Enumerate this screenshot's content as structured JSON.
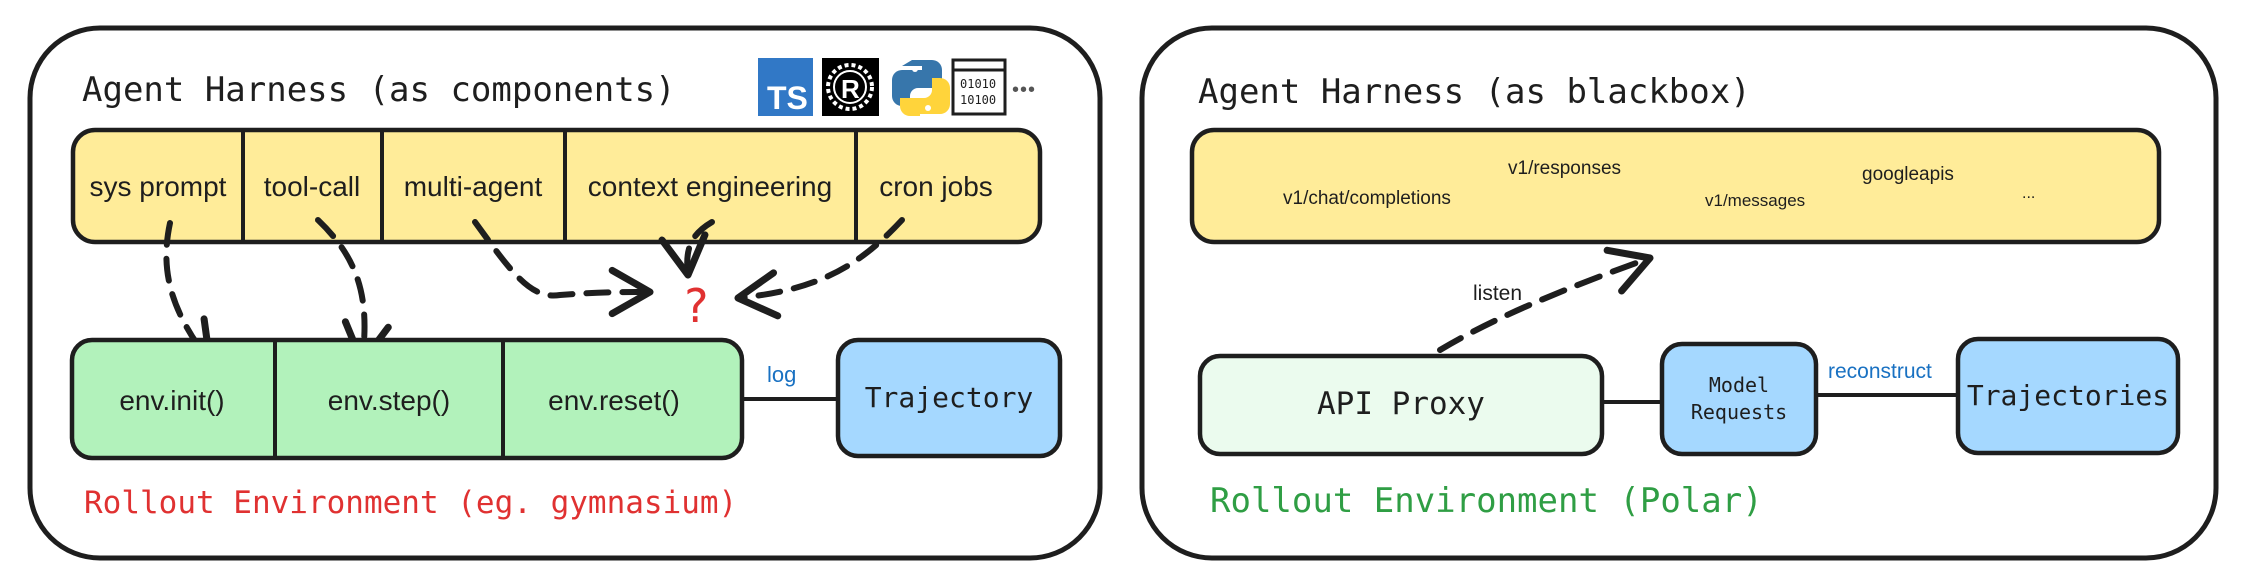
{
  "left": {
    "title": "Agent Harness (as components)",
    "icons": [
      {
        "name": "typescript-icon",
        "text": "TS"
      },
      {
        "name": "rust-icon",
        "text": "R"
      },
      {
        "name": "python-icon",
        "text": ""
      },
      {
        "name": "binary-file-icon",
        "text": "01010\n10100"
      }
    ],
    "more": "•••",
    "components": [
      "sys prompt",
      "tool-call",
      "multi-agent",
      "context engineering",
      "cron jobs"
    ],
    "question": "?",
    "env_methods": [
      "env.init()",
      "env.step()",
      "env.reset()"
    ],
    "log_label": "log",
    "trajectory": "Trajectory",
    "caption": "Rollout Environment (eg. gymnasium)"
  },
  "right": {
    "title": "Agent Harness (as blackbox)",
    "endpoints": [
      "v1/chat/completions",
      "v1/responses",
      "v1/messages",
      "googleapis",
      "..."
    ],
    "listen_label": "listen",
    "proxy": "API Proxy",
    "model_requests": [
      "Model",
      "Requests"
    ],
    "reconstruct_label": "reconstruct",
    "trajectories": "Trajectories",
    "caption": "Rollout Environment (Polar)"
  },
  "colors": {
    "yellow": "#ffec99",
    "green": "#b2f2bb",
    "light_green": "#ebfbee",
    "blue": "#a5d8ff",
    "caption_red": "#e03131",
    "caption_green": "#2f9e44",
    "link_blue": "#1971c2",
    "stroke": "#1e1e1e"
  }
}
